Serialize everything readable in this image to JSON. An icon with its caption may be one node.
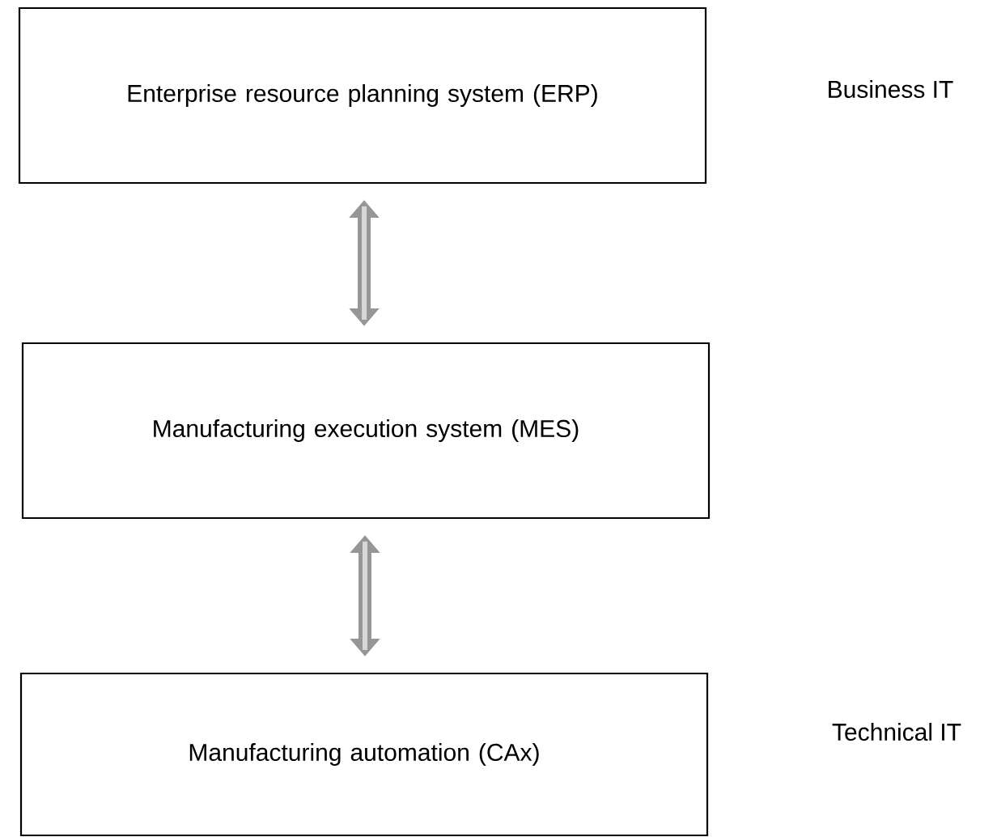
{
  "diagram": {
    "nodes": [
      {
        "text": [
          "Enterprise resource planning system (ERP)"
        ]
      },
      {
        "text": [
          "Manufacturing execution system (MES)"
        ]
      },
      {
        "text": [
          "Manufacturing automation (CAx)"
        ]
      }
    ],
    "edges": [
      {
        "from": 0,
        "to": 1,
        "arrow": "both"
      },
      {
        "from": 1,
        "to": 2,
        "arrow": "both"
      }
    ],
    "labels": [
      "Business IT",
      "Technical IT"
    ]
  }
}
